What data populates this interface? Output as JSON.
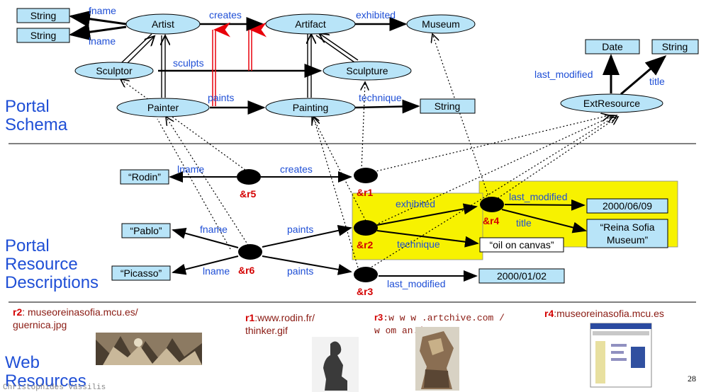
{
  "sections": {
    "schema": [
      "Portal",
      "Schema"
    ],
    "resources": [
      "Portal",
      "Resource",
      "Descriptions"
    ],
    "web": [
      "Web",
      "Resources"
    ]
  },
  "schema": {
    "classes": {
      "artist": "Artist",
      "artifact": "Artifact",
      "museum": "Museum",
      "sculptor": "Sculptor",
      "sculpture": "Sculpture",
      "painter": "Painter",
      "painting": "Painting",
      "extresource": "ExtResource"
    },
    "literals": {
      "string_fname": "String",
      "string_lname": "String",
      "string_technique": "String",
      "date": "Date",
      "string_title": "String"
    },
    "properties": {
      "fname": "fname",
      "lname": "lname",
      "creates": "creates",
      "exhibited": "exhibited",
      "sculpts": "sculpts",
      "paints": "paints",
      "technique": "technique",
      "last_modified": "last_modified",
      "title": "title"
    }
  },
  "resources": {
    "nodes": {
      "r1": "&r1",
      "r2": "&r2",
      "r3": "&r3",
      "r4": "&r4",
      "r5": "&r5",
      "r6": "&r6"
    },
    "literals": {
      "rodin": "“Rodin”",
      "pablo": "“Pablo”",
      "picasso": "“Picasso”",
      "date1": "2000/06/09",
      "reina1": "“Reina Sofia",
      "reina2": "Museum”",
      "oil": "“oil on canvas”",
      "date2": "2000/01/02"
    },
    "edges": {
      "lname_r5": "lname",
      "creates": "creates",
      "fname": "fname",
      "paints_r2": "paints",
      "lname_r6": "lname",
      "paints_r3": "paints",
      "exhibited": "exhibited",
      "last_modified_r4": "last_modified",
      "title": "title",
      "technique": "technique",
      "last_modified_r3": "last_modified"
    }
  },
  "web": {
    "r2": {
      "id": "r2",
      "url1": ": museoreinasofia.mcu.es/",
      "url2": "guernica.jpg"
    },
    "r1": {
      "id": "r1",
      "url1": ":www.rodin.fr/",
      "url2": "thinker.gif"
    },
    "r3": {
      "id": "r3",
      "url1": ":w w w .artchive.com /",
      "url2": "w om an.jpg"
    },
    "r4": {
      "id": "r4",
      "url1": ":museoreinasofia.mcu.es"
    }
  },
  "page_number": "28",
  "author": "Christophides Vassilis",
  "colors": {
    "node_fill": "#b8e4f8",
    "literal_fill": "#b8e4f8",
    "label_blue": "#1f4fd6",
    "resource_red": "#d40000",
    "highlight": "#f7f200",
    "subclass_red": "#f00000"
  }
}
